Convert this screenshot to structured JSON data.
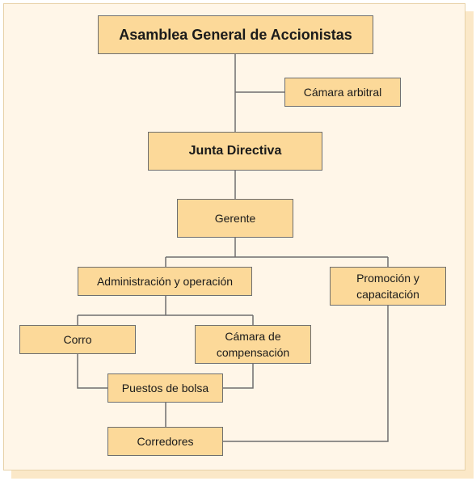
{
  "colors": {
    "box_fill": "#fcd999",
    "box_border": "#6f6f6f",
    "background": "#fff6e8",
    "connector": "#6f6f6f"
  },
  "nodes": {
    "asamblea": "Asamblea General de Accionistas",
    "camara_arbitral": "Cámara arbitral",
    "junta": "Junta Directiva",
    "gerente": "Gerente",
    "administracion": "Administración y operación",
    "promocion": "Promoción y capacitación",
    "corro": "Corro",
    "camara_compensacion": "Cámara de compensación",
    "puestos": "Puestos de bolsa",
    "corredores": "Corredores"
  },
  "edges": [
    [
      "asamblea",
      "camara_arbitral"
    ],
    [
      "asamblea",
      "junta"
    ],
    [
      "junta",
      "gerente"
    ],
    [
      "gerente",
      "administracion"
    ],
    [
      "gerente",
      "promocion"
    ],
    [
      "administracion",
      "corro"
    ],
    [
      "administracion",
      "camara_compensacion"
    ],
    [
      "corro",
      "puestos"
    ],
    [
      "camara_compensacion",
      "puestos"
    ],
    [
      "puestos",
      "corredores"
    ],
    [
      "promocion",
      "corredores"
    ]
  ]
}
